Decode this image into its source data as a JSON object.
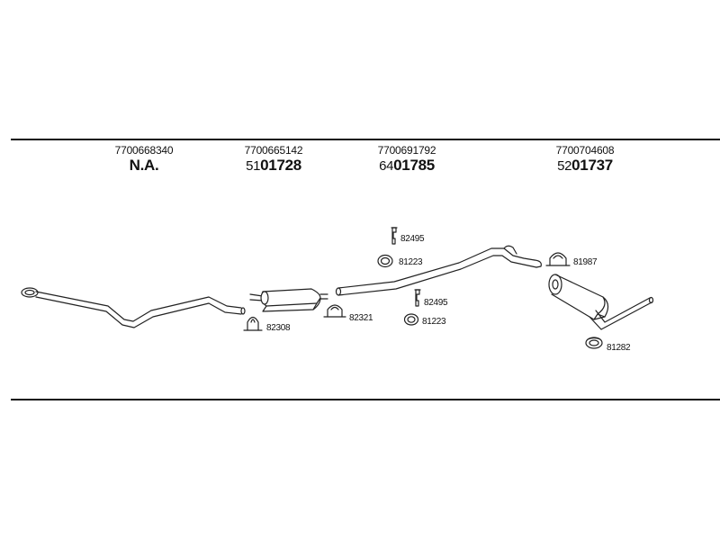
{
  "columns": [
    {
      "part_number": "7700668340",
      "code": "N.A.",
      "code_prefix": "",
      "code_main": ""
    },
    {
      "part_number": "7700665142",
      "code": "",
      "code_prefix": "51",
      "code_main": "01728"
    },
    {
      "part_number": "7700691792",
      "code": "",
      "code_prefix": "64",
      "code_main": "01785"
    },
    {
      "part_number": "7700704608",
      "code": "",
      "code_prefix": "52",
      "code_main": "01737"
    }
  ],
  "parts": {
    "clamp_82308": "82308",
    "clamp_82321": "82321",
    "bolt_82495_top": "82495",
    "ring_81223_top": "81223",
    "bolt_82495_mid": "82495",
    "ring_81223_mid": "81223",
    "clamp_81987": "81987",
    "hanger_81282": "81282"
  }
}
